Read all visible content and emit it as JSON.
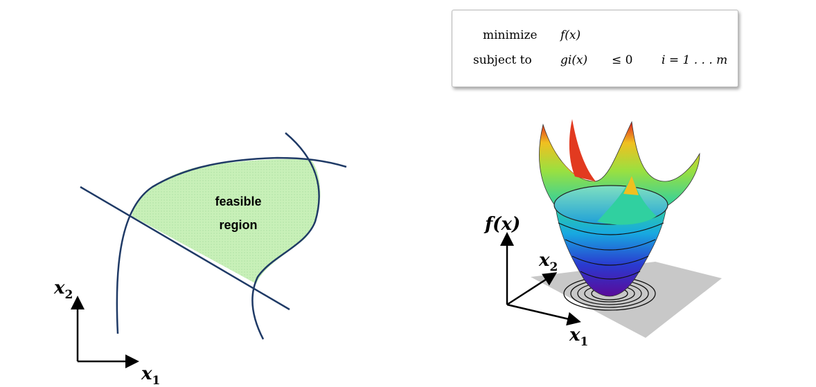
{
  "problem": {
    "row1_keyword": "minimize",
    "row1_expr": "f(x)",
    "row2_keyword": "subject to",
    "row2_expr": "gi(x)",
    "row2_constraint": "≤ 0",
    "row2_index": "i = 1 . . . m"
  },
  "left_figure": {
    "region_label_line1": "feasible",
    "region_label_line2": "region",
    "x_axis": {
      "var": "x",
      "sub": "1"
    },
    "y_axis": {
      "var": "x",
      "sub": "2"
    },
    "region_color": "#c8f0b8",
    "curve_color": "#1f3a66"
  },
  "right_figure": {
    "vertical_axis": "f(x)",
    "x1_axis": {
      "var": "x",
      "sub": "1"
    },
    "x2_axis": {
      "var": "x",
      "sub": "2"
    },
    "floor_color": "#c8c8c8",
    "colormap": [
      "#5a0a9a",
      "#2a3ad0",
      "#18a8e0",
      "#30d0a0",
      "#9ae040",
      "#f0c020",
      "#e02020"
    ]
  }
}
